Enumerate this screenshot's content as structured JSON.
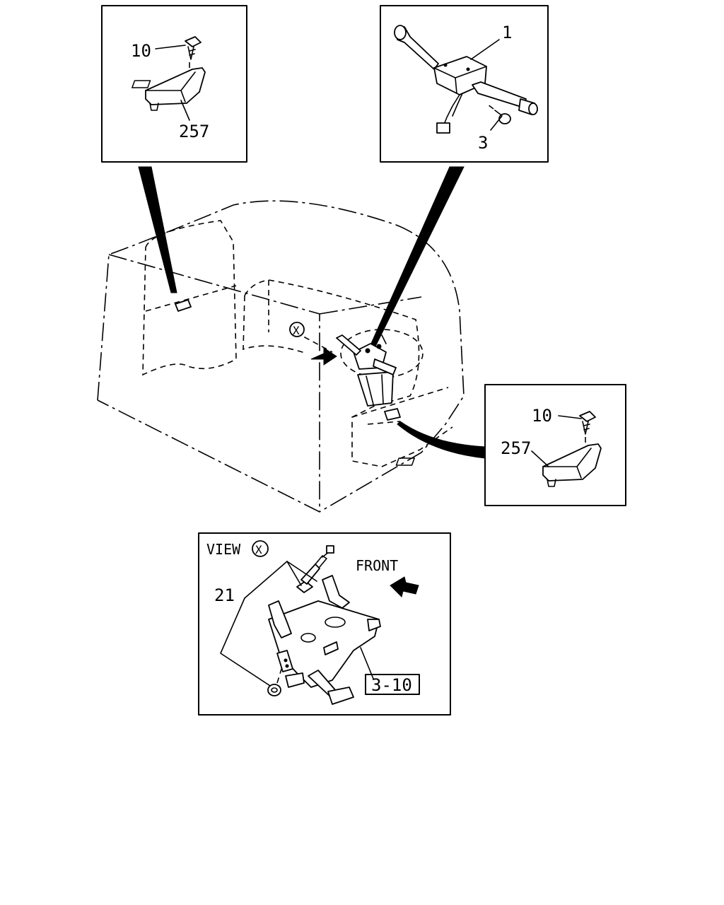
{
  "callouts": {
    "top_left": {
      "screw": "10",
      "switch": "257"
    },
    "top_right": {
      "combination_switch": "1",
      "screw": "3"
    },
    "right": {
      "screw": "10",
      "switch": "257"
    },
    "view_panel": {
      "title": "VIEW",
      "view_marker": "X",
      "direction": "FRONT",
      "switch": "21",
      "reference": "3-10"
    }
  },
  "main_view_marker": "X",
  "colors": {
    "line": "#000000",
    "background": "#ffffff"
  }
}
